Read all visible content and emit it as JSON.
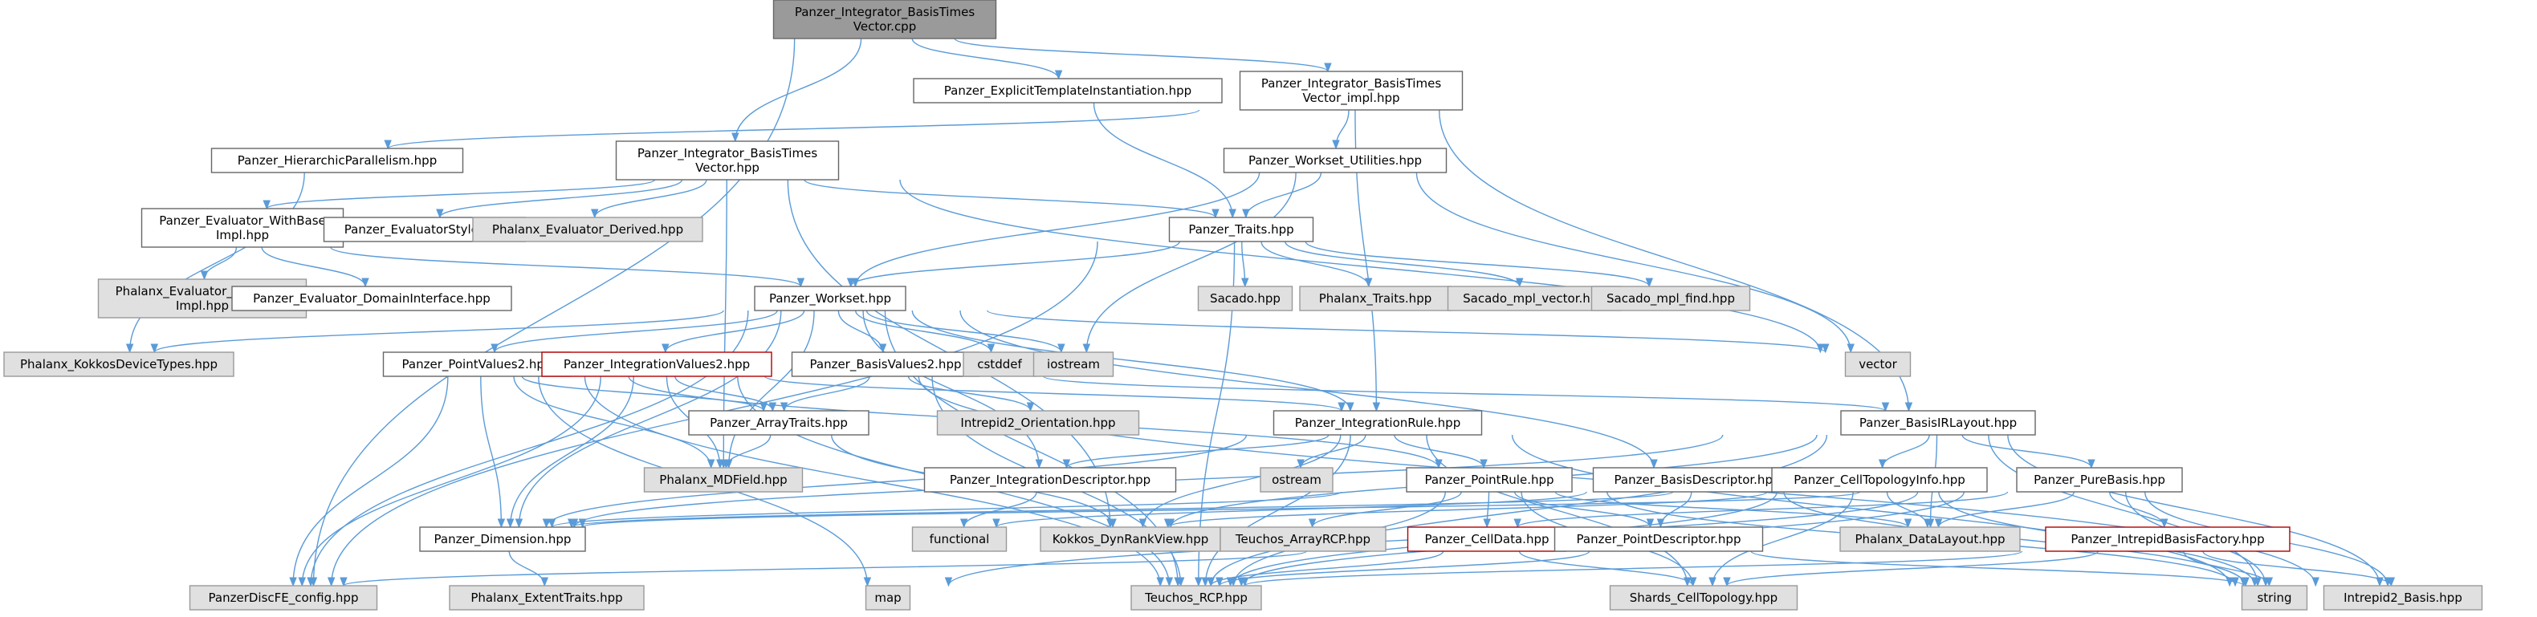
{
  "colors": {
    "node_fill": "#ffffff",
    "node_stroke": "#666666",
    "external_fill": "#e0e0e0",
    "external_stroke": "#999999",
    "root_fill": "#9a9a9a",
    "root_stroke": "#666666",
    "incomplete_stroke": "#b20000",
    "edge": "#5a9bd8"
  },
  "nodes": [
    {
      "id": "root",
      "lines": [
        "Panzer_Integrator_BasisTimes",
        "Vector.cpp"
      ],
      "kind": "root"
    },
    {
      "id": "eti",
      "lines": [
        "Panzer_ExplicitTemplateInstantiation.hpp"
      ],
      "kind": "normal"
    },
    {
      "id": "impl",
      "lines": [
        "Panzer_Integrator_BasisTimes",
        "Vector_impl.hpp"
      ],
      "kind": "normal"
    },
    {
      "id": "hier",
      "lines": [
        "Panzer_HierarchicParallelism.hpp"
      ],
      "kind": "normal"
    },
    {
      "id": "ibtv",
      "lines": [
        "Panzer_Integrator_BasisTimes",
        "Vector.hpp"
      ],
      "kind": "normal"
    },
    {
      "id": "wsutil",
      "lines": [
        "Panzer_Workset_Utilities.hpp"
      ],
      "kind": "normal"
    },
    {
      "id": "evalwb",
      "lines": [
        "Panzer_Evaluator_WithBase",
        "Impl.hpp"
      ],
      "kind": "normal"
    },
    {
      "id": "evalstyle",
      "lines": [
        "Panzer_EvaluatorStyle.hpp"
      ],
      "kind": "normal"
    },
    {
      "id": "phxevalder",
      "lines": [
        "Phalanx_Evaluator_Derived.hpp"
      ],
      "kind": "external"
    },
    {
      "id": "traits",
      "lines": [
        "Panzer_Traits.hpp"
      ],
      "kind": "normal"
    },
    {
      "id": "phxevalwb",
      "lines": [
        "Phalanx_Evaluator_WithBase",
        "Impl.hpp"
      ],
      "kind": "external"
    },
    {
      "id": "evaldomain",
      "lines": [
        "Panzer_Evaluator_DomainInterface.hpp"
      ],
      "kind": "normal"
    },
    {
      "id": "workset",
      "lines": [
        "Panzer_Workset.hpp"
      ],
      "kind": "normal"
    },
    {
      "id": "sacado",
      "lines": [
        "Sacado.hpp"
      ],
      "kind": "external"
    },
    {
      "id": "phxtraits",
      "lines": [
        "Phalanx_Traits.hpp"
      ],
      "kind": "external"
    },
    {
      "id": "sacvec",
      "lines": [
        "Sacado_mpl_vector.hpp"
      ],
      "kind": "external"
    },
    {
      "id": "sacfind",
      "lines": [
        "Sacado_mpl_find.hpp"
      ],
      "kind": "external"
    },
    {
      "id": "kokkosdev",
      "lines": [
        "Phalanx_KokkosDeviceTypes.hpp"
      ],
      "kind": "external"
    },
    {
      "id": "pv2",
      "lines": [
        "Panzer_PointValues2.hpp"
      ],
      "kind": "normal"
    },
    {
      "id": "iv2",
      "lines": [
        "Panzer_IntegrationValues2.hpp"
      ],
      "kind": "incomplete"
    },
    {
      "id": "bv2",
      "lines": [
        "Panzer_BasisValues2.hpp"
      ],
      "kind": "normal"
    },
    {
      "id": "cstddef",
      "lines": [
        "cstddef"
      ],
      "kind": "external"
    },
    {
      "id": "iostream",
      "lines": [
        "iostream"
      ],
      "kind": "external"
    },
    {
      "id": "vector",
      "lines": [
        "vector"
      ],
      "kind": "external"
    },
    {
      "id": "arraytraits",
      "lines": [
        "Panzer_ArrayTraits.hpp"
      ],
      "kind": "normal"
    },
    {
      "id": "intrepidorient",
      "lines": [
        "Intrepid2_Orientation.hpp"
      ],
      "kind": "external"
    },
    {
      "id": "intrule",
      "lines": [
        "Panzer_IntegrationRule.hpp"
      ],
      "kind": "normal"
    },
    {
      "id": "basisir",
      "lines": [
        "Panzer_BasisIRLayout.hpp"
      ],
      "kind": "normal"
    },
    {
      "id": "mdfield",
      "lines": [
        "Phalanx_MDField.hpp"
      ],
      "kind": "external"
    },
    {
      "id": "intdesc",
      "lines": [
        "Panzer_IntegrationDescriptor.hpp"
      ],
      "kind": "normal"
    },
    {
      "id": "ostream",
      "lines": [
        "ostream"
      ],
      "kind": "external"
    },
    {
      "id": "pointrule",
      "lines": [
        "Panzer_PointRule.hpp"
      ],
      "kind": "normal"
    },
    {
      "id": "basisdesc",
      "lines": [
        "Panzer_BasisDescriptor.hpp"
      ],
      "kind": "normal"
    },
    {
      "id": "celltopo",
      "lines": [
        "Panzer_CellTopologyInfo.hpp"
      ],
      "kind": "normal"
    },
    {
      "id": "purebasis",
      "lines": [
        "Panzer_PureBasis.hpp"
      ],
      "kind": "normal"
    },
    {
      "id": "dimension",
      "lines": [
        "Panzer_Dimension.hpp"
      ],
      "kind": "normal"
    },
    {
      "id": "functional",
      "lines": [
        "functional"
      ],
      "kind": "external"
    },
    {
      "id": "dynrank",
      "lines": [
        "Kokkos_DynRankView.hpp"
      ],
      "kind": "external"
    },
    {
      "id": "arrayrcp",
      "lines": [
        "Teuchos_ArrayRCP.hpp"
      ],
      "kind": "external"
    },
    {
      "id": "celldata",
      "lines": [
        "Panzer_CellData.hpp"
      ],
      "kind": "incomplete"
    },
    {
      "id": "pointdesc",
      "lines": [
        "Panzer_PointDescriptor.hpp"
      ],
      "kind": "normal"
    },
    {
      "id": "datalayout",
      "lines": [
        "Phalanx_DataLayout.hpp"
      ],
      "kind": "external"
    },
    {
      "id": "intrepidfac",
      "lines": [
        "Panzer_IntrepidBasisFactory.hpp"
      ],
      "kind": "incomplete"
    },
    {
      "id": "discfe",
      "lines": [
        "PanzerDiscFE_config.hpp"
      ],
      "kind": "external"
    },
    {
      "id": "extent",
      "lines": [
        "Phalanx_ExtentTraits.hpp"
      ],
      "kind": "external"
    },
    {
      "id": "map",
      "lines": [
        "map"
      ],
      "kind": "external"
    },
    {
      "id": "rcp",
      "lines": [
        "Teuchos_RCP.hpp"
      ],
      "kind": "external"
    },
    {
      "id": "shards",
      "lines": [
        "Shards_CellTopology.hpp"
      ],
      "kind": "external"
    },
    {
      "id": "string",
      "lines": [
        "string"
      ],
      "kind": "external"
    },
    {
      "id": "intrepidbasis",
      "lines": [
        "Intrepid2_Basis.hpp"
      ],
      "kind": "external"
    }
  ],
  "edges": [
    [
      "root",
      "eti"
    ],
    [
      "root",
      "impl"
    ],
    [
      "root",
      "ibtv"
    ],
    [
      "root",
      "discfe"
    ],
    [
      "eti",
      "traits"
    ],
    [
      "impl",
      "hier"
    ],
    [
      "impl",
      "wsutil"
    ],
    [
      "impl",
      "basisir"
    ],
    [
      "impl",
      "intrule"
    ],
    [
      "hier",
      "kokkosdev"
    ],
    [
      "ibtv",
      "evalwb"
    ],
    [
      "ibtv",
      "evalstyle"
    ],
    [
      "ibtv",
      "phxevalder"
    ],
    [
      "ibtv",
      "traits"
    ],
    [
      "ibtv",
      "dynrank"
    ],
    [
      "ibtv",
      "mdfield"
    ],
    [
      "ibtv",
      "vector"
    ],
    [
      "evalwb",
      "phxevalwb"
    ],
    [
      "evalwb",
      "evaldomain"
    ],
    [
      "evalwb",
      "workset"
    ],
    [
      "wsutil",
      "traits"
    ],
    [
      "wsutil",
      "workset"
    ],
    [
      "wsutil",
      "iostream"
    ],
    [
      "wsutil",
      "vector"
    ],
    [
      "traits",
      "sacado"
    ],
    [
      "traits",
      "phxtraits"
    ],
    [
      "traits",
      "sacvec"
    ],
    [
      "traits",
      "sacfind"
    ],
    [
      "traits",
      "workset"
    ],
    [
      "traits",
      "discfe"
    ],
    [
      "traits",
      "rcp"
    ],
    [
      "workset",
      "kokkosdev"
    ],
    [
      "workset",
      "pv2"
    ],
    [
      "workset",
      "iv2"
    ],
    [
      "workset",
      "bv2"
    ],
    [
      "workset",
      "cstddef"
    ],
    [
      "workset",
      "iostream"
    ],
    [
      "workset",
      "vector"
    ],
    [
      "workset",
      "dimension"
    ],
    [
      "workset",
      "intdesc"
    ],
    [
      "workset",
      "discfe"
    ],
    [
      "workset",
      "mdfield"
    ],
    [
      "workset",
      "rcp"
    ],
    [
      "workset",
      "basisdesc"
    ],
    [
      "workset",
      "intrule"
    ],
    [
      "pv2",
      "arraytraits"
    ],
    [
      "pv2",
      "pointrule"
    ],
    [
      "pv2",
      "dimension"
    ],
    [
      "pv2",
      "discfe"
    ],
    [
      "pv2",
      "mdfield"
    ],
    [
      "pv2",
      "rcp"
    ],
    [
      "pv2",
      "map"
    ],
    [
      "iv2",
      "arraytraits"
    ],
    [
      "iv2",
      "intrule"
    ],
    [
      "iv2",
      "dimension"
    ],
    [
      "iv2",
      "discfe"
    ],
    [
      "iv2",
      "mdfield"
    ],
    [
      "iv2",
      "rcp"
    ],
    [
      "iv2",
      "intrepidbasis"
    ],
    [
      "bv2",
      "arraytraits"
    ],
    [
      "bv2",
      "intrepidorient"
    ],
    [
      "bv2",
      "basisir"
    ],
    [
      "bv2",
      "rcp"
    ],
    [
      "arraytraits",
      "mdfield"
    ],
    [
      "arraytraits",
      "dynrank"
    ],
    [
      "intrule",
      "intdesc"
    ],
    [
      "intrule",
      "ostream"
    ],
    [
      "intrule",
      "pointrule"
    ],
    [
      "intrule",
      "dimension"
    ],
    [
      "intrule",
      "dynrank"
    ],
    [
      "intrule",
      "rcp"
    ],
    [
      "intrule",
      "shards"
    ],
    [
      "intrule",
      "string"
    ],
    [
      "intdesc",
      "functional"
    ],
    [
      "pointrule",
      "dimension"
    ],
    [
      "pointrule",
      "pointdesc"
    ],
    [
      "pointrule",
      "datalayout"
    ],
    [
      "pointrule",
      "celldata"
    ],
    [
      "pointrule",
      "arrayrcp"
    ],
    [
      "pointrule",
      "rcp"
    ],
    [
      "pointrule",
      "shards"
    ],
    [
      "pointrule",
      "string"
    ],
    [
      "basisir",
      "purebasis"
    ],
    [
      "basisir",
      "celltopo"
    ],
    [
      "basisir",
      "datalayout"
    ],
    [
      "basisir",
      "dimension"
    ],
    [
      "basisir",
      "rcp"
    ],
    [
      "basisir",
      "dynrank"
    ],
    [
      "basisir",
      "string"
    ],
    [
      "basisir",
      "intrepidbasis"
    ],
    [
      "basisdesc",
      "pointdesc"
    ],
    [
      "basisdesc",
      "functional"
    ],
    [
      "basisdesc",
      "string"
    ],
    [
      "celltopo",
      "dimension"
    ],
    [
      "celltopo",
      "datalayout"
    ],
    [
      "celltopo",
      "rcp"
    ],
    [
      "celltopo",
      "shards"
    ],
    [
      "celltopo",
      "string"
    ],
    [
      "celltopo",
      "dynrank"
    ],
    [
      "purebasis",
      "intrepidfac"
    ],
    [
      "purebasis",
      "datalayout"
    ],
    [
      "purebasis",
      "dimension"
    ],
    [
      "purebasis",
      "celldata"
    ],
    [
      "purebasis",
      "rcp"
    ],
    [
      "purebasis",
      "intrepidbasis"
    ],
    [
      "purebasis",
      "string"
    ],
    [
      "purebasis",
      "map"
    ],
    [
      "dimension",
      "extent"
    ],
    [
      "celldata",
      "discfe"
    ],
    [
      "celldata",
      "rcp"
    ],
    [
      "celldata",
      "shards"
    ],
    [
      "pointdesc",
      "rcp"
    ],
    [
      "pointdesc",
      "string"
    ],
    [
      "intrepidfac",
      "rcp"
    ],
    [
      "intrepidfac",
      "shards"
    ],
    [
      "intrepidfac",
      "intrepidbasis"
    ],
    [
      "intrepidfac",
      "string"
    ]
  ]
}
